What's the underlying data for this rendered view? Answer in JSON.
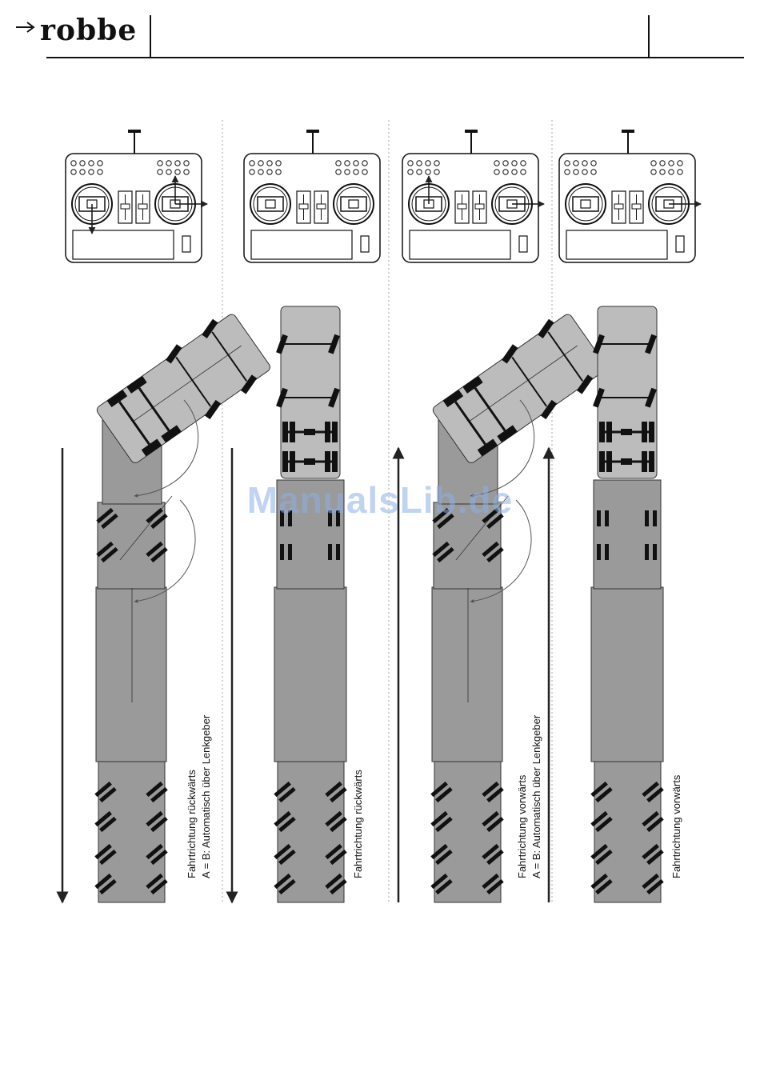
{
  "header": {
    "brand": "robbe"
  },
  "watermark": "ManualsLib.de",
  "panels": [
    {
      "id": "p1",
      "direction": "down",
      "label_line1": "Fahrtrichtung rückwärts",
      "label_line2": "A = B: Automatisch über Lenkgeber"
    },
    {
      "id": "p2",
      "direction": "down",
      "label_line1": "Fahrtrichtung rückwärts",
      "label_line2": ""
    },
    {
      "id": "p3",
      "direction": "up",
      "label_line1": "Fahrtrichtung vorwärts",
      "label_line2": "A = B: Automatisch über Lenkgeber"
    },
    {
      "id": "p4",
      "direction": "up",
      "label_line1": "Fahrtrichtung vorwärts",
      "label_line2": ""
    }
  ],
  "colors": {
    "vehicle_fill": "#bcbcbc",
    "trailer_fill": "#9a9a9a",
    "wheel": "#111111",
    "watermark": "#8cafe6"
  }
}
